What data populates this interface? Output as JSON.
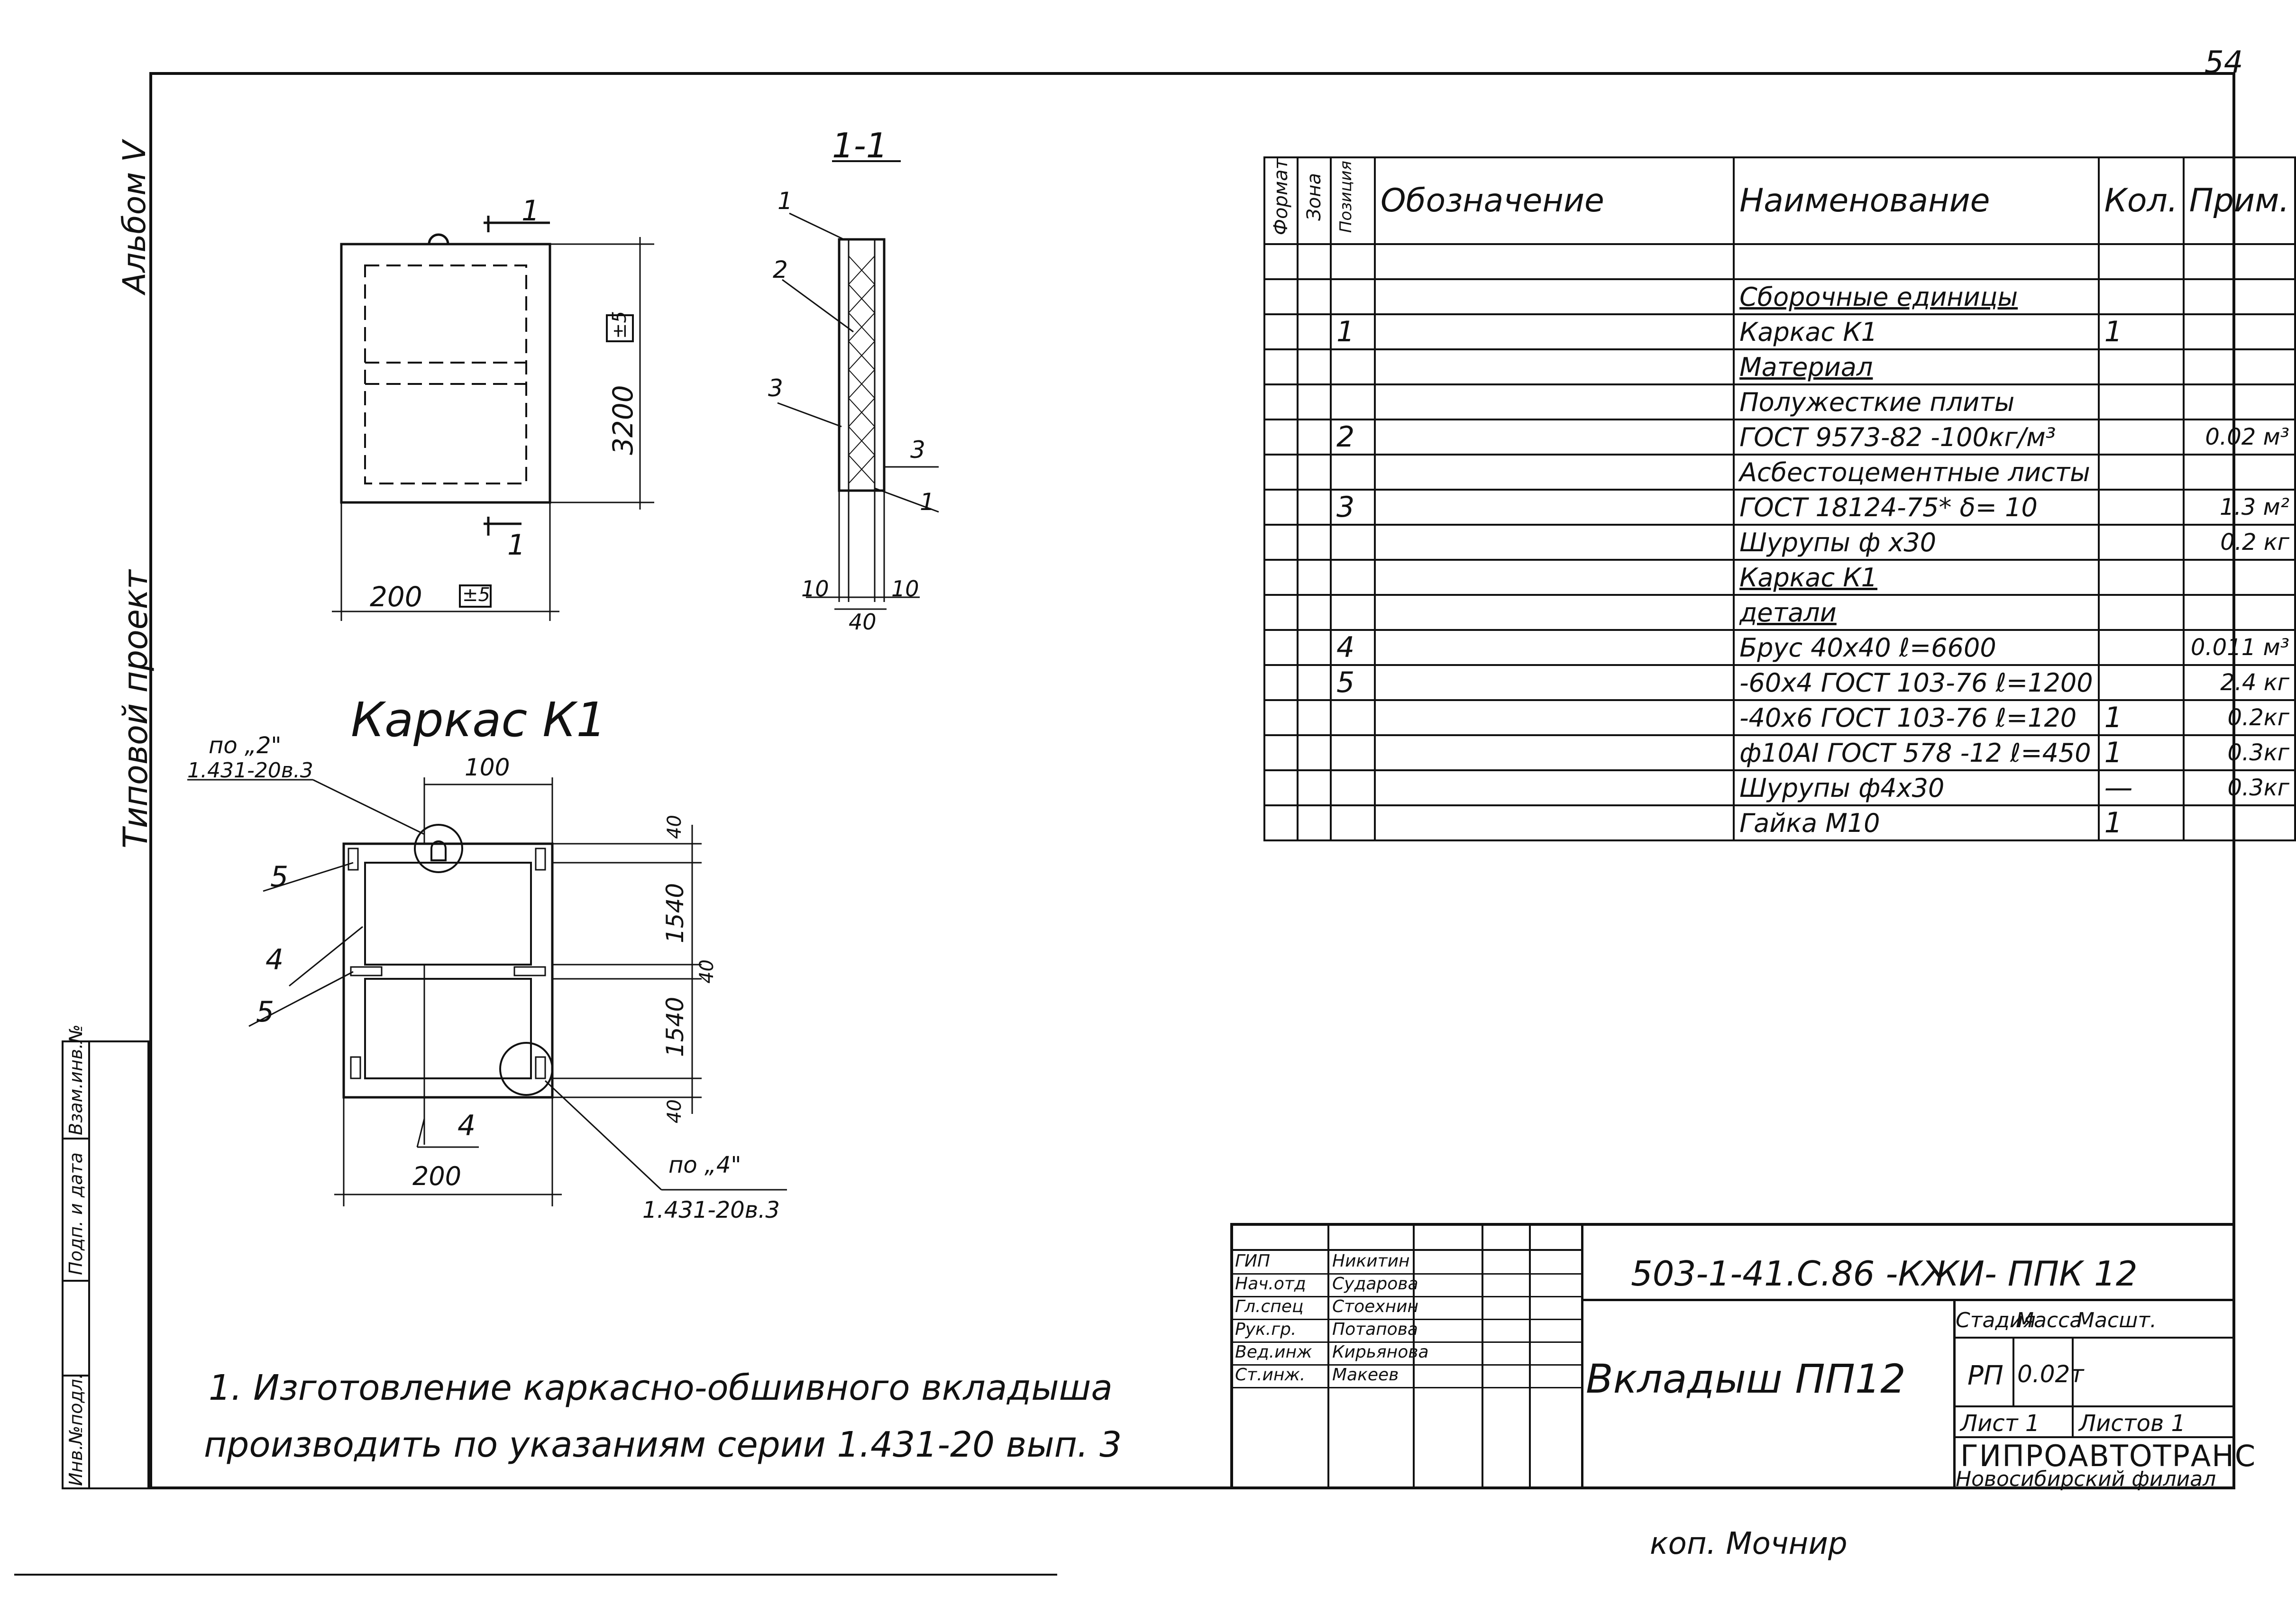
{
  "sheet_number": "54",
  "side_labels": {
    "album": "Альбом V",
    "project": "Типовой проект"
  },
  "binder_labels": [
    "Инв.№подл.",
    "Подп. и дата",
    "Взам.инв.№"
  ],
  "section_title": "1-1",
  "section_labels": {
    "p1": "1",
    "p2": "2",
    "p3": "3",
    "p3b": "3",
    "p1b": "1",
    "d10a": "10",
    "d10b": "10",
    "d40": "40"
  },
  "elevation": {
    "cut1": "1",
    "cut2": "1",
    "h": "3200",
    "w": "200",
    "tol_h": "±5",
    "tol_w": "±5"
  },
  "frame": {
    "title": "Каркас К1",
    "ref_top_a": "по „2\"",
    "ref_top_b": "1.431-20в.3",
    "ref_bot_a": "по „4\"",
    "ref_bot_b": "1.431-20в.3",
    "d100": "100",
    "d40a": "40",
    "d1540a": "1540",
    "d40b": "40",
    "d1540b": "1540",
    "d40c": "40",
    "d200": "200",
    "pos5a": "5",
    "pos4a": "4",
    "pos5b": "5",
    "pos4b": "4"
  },
  "spec": {
    "headers": {
      "format": "Формат",
      "zone": "Зона",
      "pos": "Позиция",
      "designation": "Обозначение",
      "name": "Наименование",
      "qty": "Кол.",
      "note": "Прим."
    },
    "rows": [
      {
        "pos": "",
        "name": "",
        "qty": "",
        "note": ""
      },
      {
        "pos": "",
        "name": "Сборочные единицы",
        "qty": "",
        "note": "",
        "u": true
      },
      {
        "pos": "1",
        "name": "Каркас К1",
        "qty": "1",
        "note": ""
      },
      {
        "pos": "",
        "name": "Материал",
        "qty": "",
        "note": "",
        "u": true
      },
      {
        "pos": "",
        "name": "Полужесткие плиты",
        "qty": "",
        "note": ""
      },
      {
        "pos": "2",
        "name": "ГОСТ 9573-82 -100кг/м³",
        "qty": "",
        "note": "0.02 м³"
      },
      {
        "pos": "",
        "name": "Асбестоцементные листы",
        "qty": "",
        "note": ""
      },
      {
        "pos": "3",
        "name": "ГОСТ 18124-75* δ= 10",
        "qty": "",
        "note": "1.3 м²"
      },
      {
        "pos": "",
        "name": "Шурупы ф x30",
        "qty": "",
        "note": "0.2 кг"
      },
      {
        "pos": "",
        "name": "Каркас К1",
        "qty": "",
        "note": "",
        "u": true
      },
      {
        "pos": "",
        "name": "детали",
        "qty": "",
        "note": "",
        "u": true
      },
      {
        "pos": "4",
        "name": "Брус 40х40 ℓ=6600",
        "qty": "",
        "note": "0.011 м³"
      },
      {
        "pos": "5",
        "name": "-60х4 ГОСТ 103-76 ℓ=1200",
        "qty": "",
        "note": "2.4 кг"
      },
      {
        "pos": "",
        "name": "-40х6 ГОСТ 103-76 ℓ=120",
        "qty": "1",
        "note": "0.2кг"
      },
      {
        "pos": "",
        "name": "ф10АI ГОСТ 578 -12 ℓ=450",
        "qty": "1",
        "note": "0.3кг"
      },
      {
        "pos": "",
        "name": "Шурупы ф4х30",
        "qty": "—",
        "note": "0.3кг"
      },
      {
        "pos": "",
        "name": "Гайка М10",
        "qty": "1",
        "note": ""
      }
    ]
  },
  "note": {
    "line1": "1. Изготовление каркасно-обшивного вкладыша",
    "line2": "производить по указаниям серии 1.431-20 вып. 3"
  },
  "stamp": {
    "code": "503-1-41.С.86 -КЖИ- ППК 12",
    "title": "Вкладыш ПП12",
    "staff": [
      {
        "role": "ГИП",
        "name": "Никитин"
      },
      {
        "role": "Нач.отд",
        "name": "Сударова"
      },
      {
        "role": "Гл.спец",
        "name": "Стоехнин"
      },
      {
        "role": "Рук.гр.",
        "name": "Потапова"
      },
      {
        "role": "Вед.инж",
        "name": "Кирьянова"
      },
      {
        "role": "Ст.инж.",
        "name": "Макеев"
      }
    ],
    "stage_h": "Стадия",
    "mass_h": "Масса",
    "scale_h": "Масшт.",
    "stage": "РП",
    "mass": "0.02т",
    "sheet": "Лист 1",
    "sheets": "Листов 1",
    "org": "ГИПРОАВТОТРАНС",
    "branch": "Новосибирский филиал"
  },
  "copy_mark": "коп. Мочнир"
}
